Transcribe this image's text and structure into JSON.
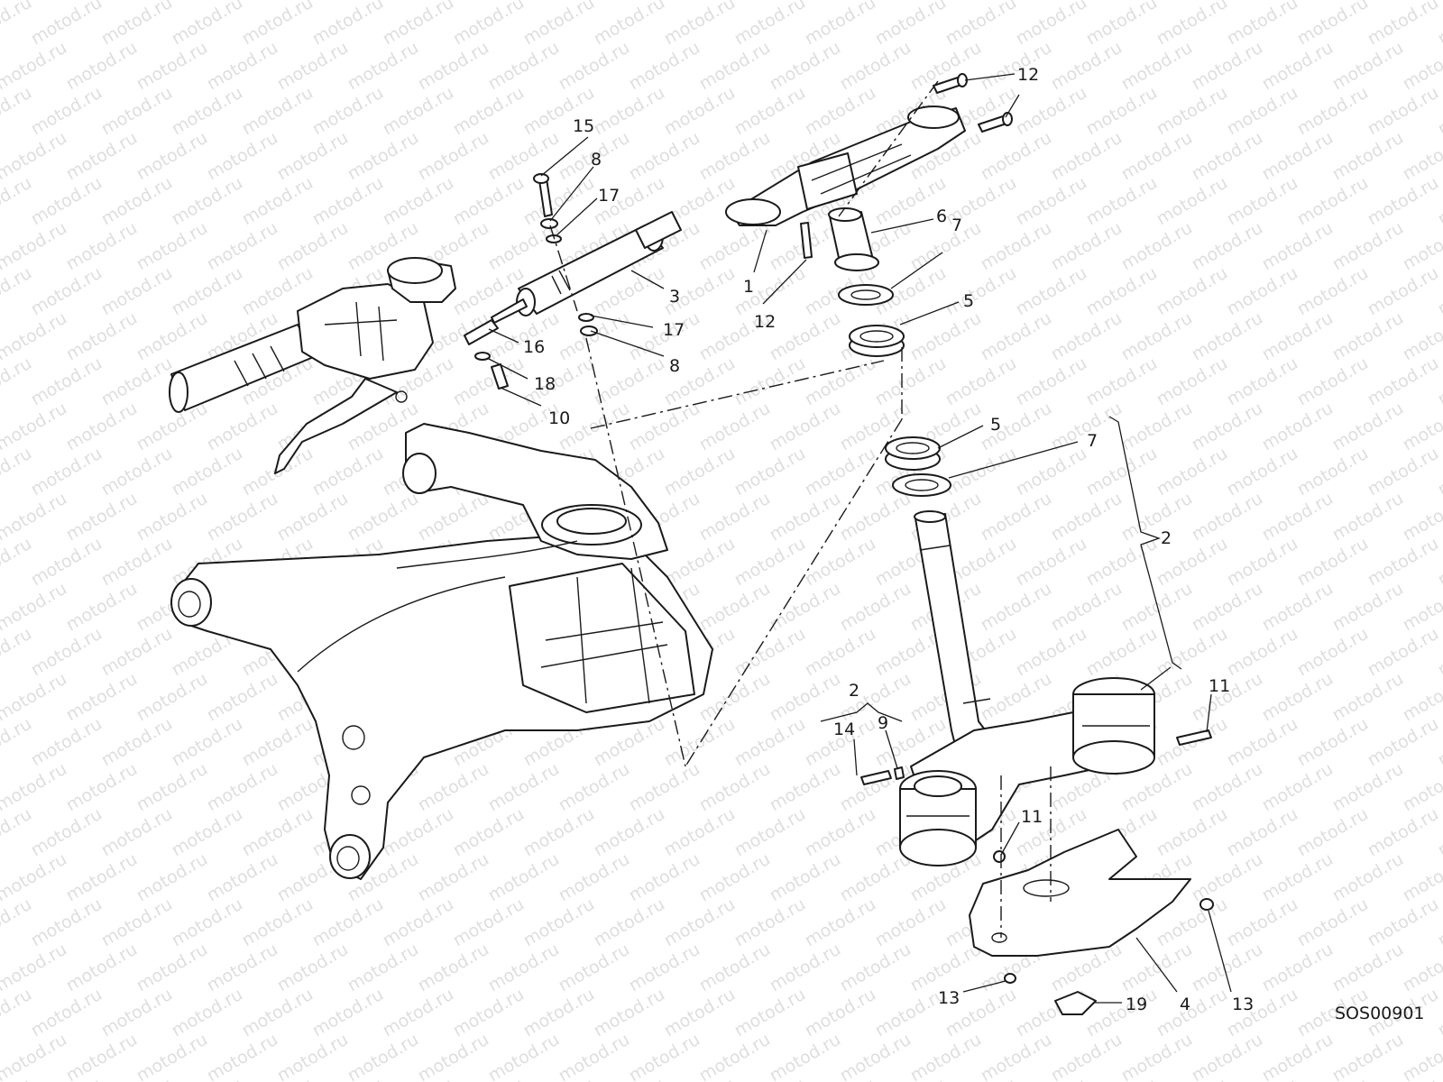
{
  "drawing_code": "SOS00901",
  "watermark": "motod.ru",
  "callouts": [
    {
      "id": "c12a",
      "label": "12"
    },
    {
      "id": "c12b",
      "label": "12"
    },
    {
      "id": "c15",
      "label": "15"
    },
    {
      "id": "c8a",
      "label": "8"
    },
    {
      "id": "c17a",
      "label": "17"
    },
    {
      "id": "c6",
      "label": "6"
    },
    {
      "id": "c7a",
      "label": "7"
    },
    {
      "id": "c3",
      "label": "3"
    },
    {
      "id": "c1",
      "label": "1"
    },
    {
      "id": "c5a",
      "label": "5"
    },
    {
      "id": "c12c",
      "label": "12"
    },
    {
      "id": "c17b",
      "label": "17"
    },
    {
      "id": "c16",
      "label": "16"
    },
    {
      "id": "c8b",
      "label": "8"
    },
    {
      "id": "c18",
      "label": "18"
    },
    {
      "id": "c10",
      "label": "10"
    },
    {
      "id": "c5b",
      "label": "5"
    },
    {
      "id": "c7b",
      "label": "7"
    },
    {
      "id": "c2a",
      "label": "2"
    },
    {
      "id": "c2b",
      "label": "2"
    },
    {
      "id": "c11a",
      "label": "11"
    },
    {
      "id": "c14",
      "label": "14"
    },
    {
      "id": "c9",
      "label": "9"
    },
    {
      "id": "c11b",
      "label": "11"
    },
    {
      "id": "c13a",
      "label": "13"
    },
    {
      "id": "c19",
      "label": "19"
    },
    {
      "id": "c4",
      "label": "4"
    },
    {
      "id": "c13b",
      "label": "13"
    }
  ]
}
